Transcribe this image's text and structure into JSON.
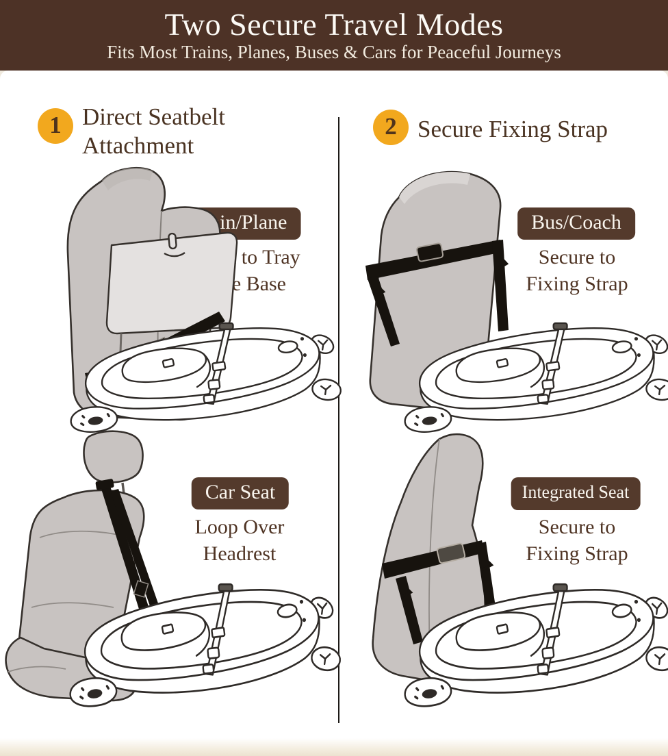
{
  "header": {
    "title": "Two Secure Travel Modes",
    "subtitle": "Fits Most Trains, Planes, Buses & Cars for Peaceful Journeys"
  },
  "sections": [
    {
      "number": "1",
      "title_lines": [
        "Direct Seatbelt",
        "Attachment"
      ],
      "panels": [
        {
          "badge": "Train/Plane",
          "caption_lines": [
            "Attach to Tray",
            "Table Base"
          ],
          "illustration": "airplane-seat-with-tray-table-and-travel-bed"
        },
        {
          "badge": "Car Seat",
          "caption_lines": [
            "Loop Over",
            "Headrest"
          ],
          "illustration": "car-seat-with-headrest-loop-strap-and-travel-bed"
        }
      ]
    },
    {
      "number": "2",
      "title_lines": [
        "Secure Fixing Strap",
        ""
      ],
      "panels": [
        {
          "badge": "Bus/Coach",
          "caption_lines": [
            "Secure to",
            "Fixing Strap"
          ],
          "illustration": "bus-seat-with-fixing-strap-and-travel-bed"
        },
        {
          "badge": "Integrated Seat",
          "caption_lines": [
            "Secure to",
            "Fixing Strap"
          ],
          "illustration": "integrated-seat-with-fixing-strap-and-travel-bed"
        }
      ]
    }
  ],
  "colors": {
    "header_background": "#4d3226",
    "badge_background": "#543a2c",
    "accent_orange": "#f2a81e",
    "text_brown": "#4f3424",
    "seat_gray": "#c8c3c1",
    "strap_black": "#17130e",
    "bed_white": "#ffffff"
  }
}
